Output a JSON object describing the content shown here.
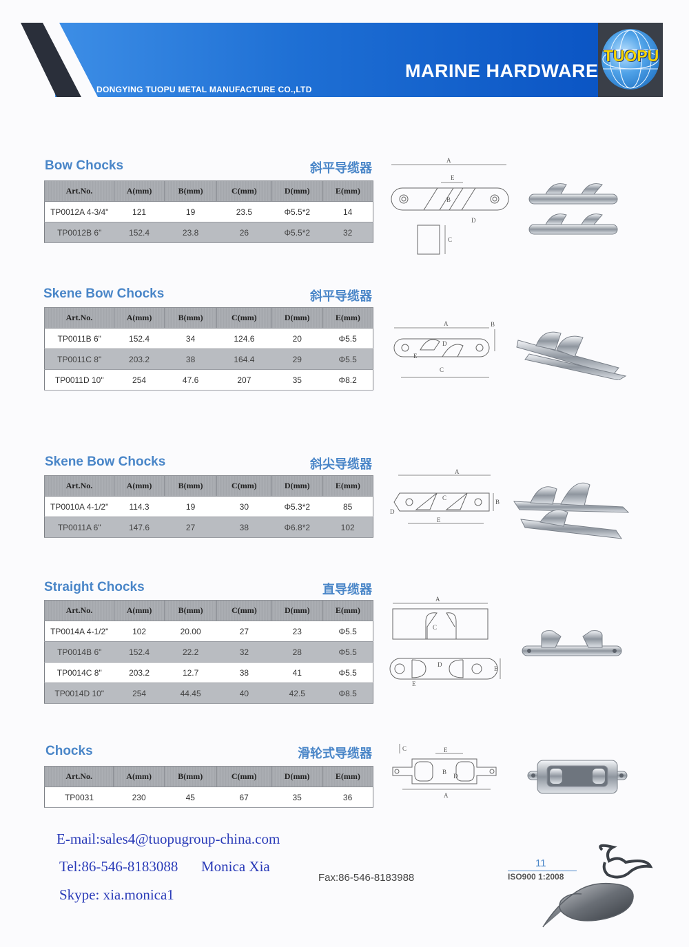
{
  "header": {
    "company": "DONGYING TUOPU METAL MANUFACTURE CO.,LTD",
    "title": "MARINE HARDWARE",
    "logo_text": "TUOPU",
    "accent": "#1e6fd4"
  },
  "columns": [
    "Art.No.",
    "A(mm)",
    "B(mm)",
    "C(mm)",
    "D(mm)",
    "E(mm)"
  ],
  "sections": [
    {
      "title": "Bow Chocks",
      "cn": "斜平导缆器",
      "rows": [
        [
          "TP0012A 4-3/4\"",
          "121",
          "19",
          "23.5",
          "Φ5.5*2",
          "14"
        ],
        [
          "TP0012B 6\"",
          "152.4",
          "23.8",
          "26",
          "Φ5.5*2",
          "32"
        ]
      ]
    },
    {
      "title": "Skene Bow Chocks",
      "cn": "斜平导缆器",
      "rows": [
        [
          "TP0011B 6\"",
          "152.4",
          "34",
          "124.6",
          "20",
          "Φ5.5"
        ],
        [
          "TP0011C 8\"",
          "203.2",
          "38",
          "164.4",
          "29",
          "Φ5.5"
        ],
        [
          "TP0011D 10\"",
          "254",
          "47.6",
          "207",
          "35",
          "Φ8.2"
        ]
      ]
    },
    {
      "title": "Skene Bow Chocks",
      "cn": "斜尖导缆器",
      "rows": [
        [
          "TP0010A 4-1/2\"",
          "114.3",
          "19",
          "30",
          "Φ5.3*2",
          "85"
        ],
        [
          "TP0011A 6\"",
          "147.6",
          "27",
          "38",
          "Φ6.8*2",
          "102"
        ]
      ]
    },
    {
      "title": "Straight Chocks",
      "cn": "直导缆器",
      "rows": [
        [
          "TP0014A 4-1/2\"",
          "102",
          "20.00",
          "27",
          "23",
          "Φ5.5"
        ],
        [
          "TP0014B 6\"",
          "152.4",
          "22.2",
          "32",
          "28",
          "Φ5.5"
        ],
        [
          "TP0014C 8\"",
          "203.2",
          "12.7",
          "38",
          "41",
          "Φ5.5"
        ],
        [
          "TP0014D 10\"",
          "254",
          "44.45",
          "40",
          "42.5",
          "Φ8.5"
        ]
      ]
    },
    {
      "title": "Chocks",
      "cn": "滑轮式导缆器",
      "rows": [
        [
          "TP0031",
          "230",
          "45",
          "67",
          "35",
          "36"
        ]
      ]
    }
  ],
  "dim_letters": {
    "a": "A",
    "b": "B",
    "c": "C",
    "d": "D",
    "e": "E"
  },
  "footer": {
    "email": "E-mail:sales4@tuopugroup-china.com",
    "tel": "Tel:86-546-8183088",
    "contact": "Monica Xia",
    "skype": "Skype: xia.monica1",
    "fax": "Fax:86-546-8183988",
    "page": "11",
    "iso": "ISO900 1:2008"
  }
}
